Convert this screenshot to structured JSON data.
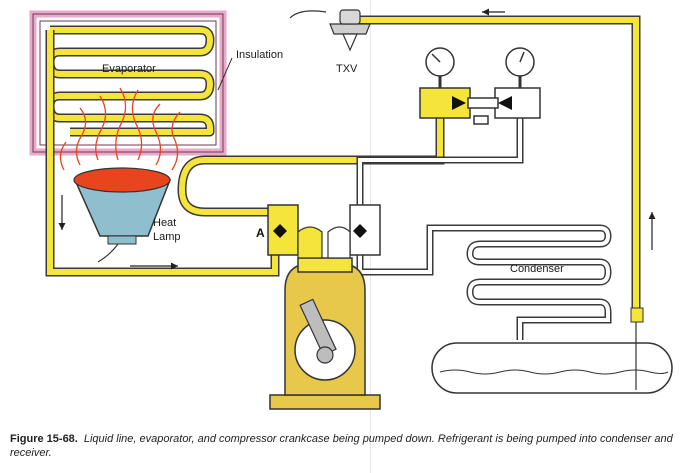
{
  "labels": {
    "evaporator": "Evaporator",
    "insulation": "Insulation",
    "txv": "TXV",
    "heat_lamp_line1": "Heat",
    "heat_lamp_line2": "Lamp",
    "point_a": "A",
    "condenser": "Condenser"
  },
  "caption": {
    "figure_number": "Figure 15-68.",
    "text": "Liquid line, evaporator, and compressor crankcase being pumped down. Refrigerant is being pumped into condenser and receiver."
  },
  "colors": {
    "refrigerant_line": "#f5e43a",
    "line_outline": "#3a3a3a",
    "insulation": "#e9a9c8",
    "lamp_glow": "#e8451f",
    "lamp_shade": "#8fbfcf",
    "compressor_body": "#e8c84a"
  }
}
